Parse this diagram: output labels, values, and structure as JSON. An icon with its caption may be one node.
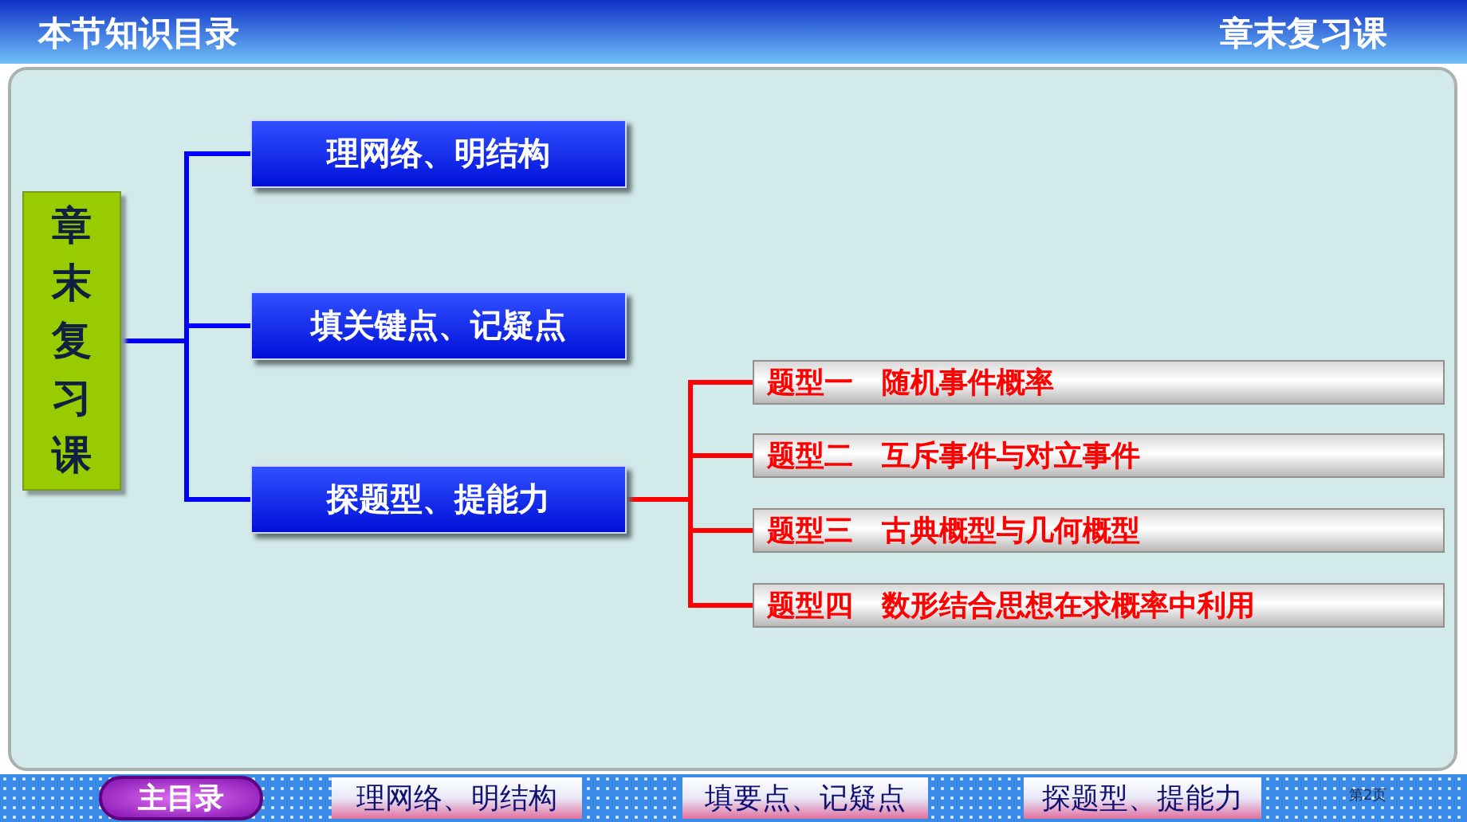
{
  "diagram": {
    "title": "本节知识目录",
    "nodes": [
      {
        "text": [
          "章末复习课"
        ]
      },
      {
        "text": [
          "理网络、明结构"
        ]
      },
      {
        "text": [
          "填关键点、记疑点"
        ]
      },
      {
        "text": [
          "探题型、提能力"
        ]
      },
      {
        "text": [
          "题型一　随机事件概率"
        ]
      },
      {
        "text": [
          "题型二　互斥事件与对立事件"
        ]
      },
      {
        "text": [
          "题型三　古典概型与几何概型"
        ]
      },
      {
        "text": [
          "题型四　数形结合思想在求概率中利用"
        ]
      }
    ],
    "edges": [
      {
        "from": 0,
        "to": 1,
        "arrow": "none",
        "color": "#0000ff"
      },
      {
        "from": 0,
        "to": 2,
        "arrow": "none",
        "color": "#0000ff"
      },
      {
        "from": 0,
        "to": 3,
        "arrow": "none",
        "color": "#0000ff"
      },
      {
        "from": 3,
        "to": 4,
        "arrow": "none",
        "color": "#ff0000"
      },
      {
        "from": 3,
        "to": 5,
        "arrow": "none",
        "color": "#ff0000"
      },
      {
        "from": 3,
        "to": 6,
        "arrow": "none",
        "color": "#ff0000"
      },
      {
        "from": 3,
        "to": 7,
        "arrow": "none",
        "color": "#ff0000"
      }
    ],
    "labels": [
      "章末复习课",
      "主目录",
      "理网络、明结构",
      "填要点、记疑点",
      "探题型、提能力",
      "第2页"
    ]
  }
}
